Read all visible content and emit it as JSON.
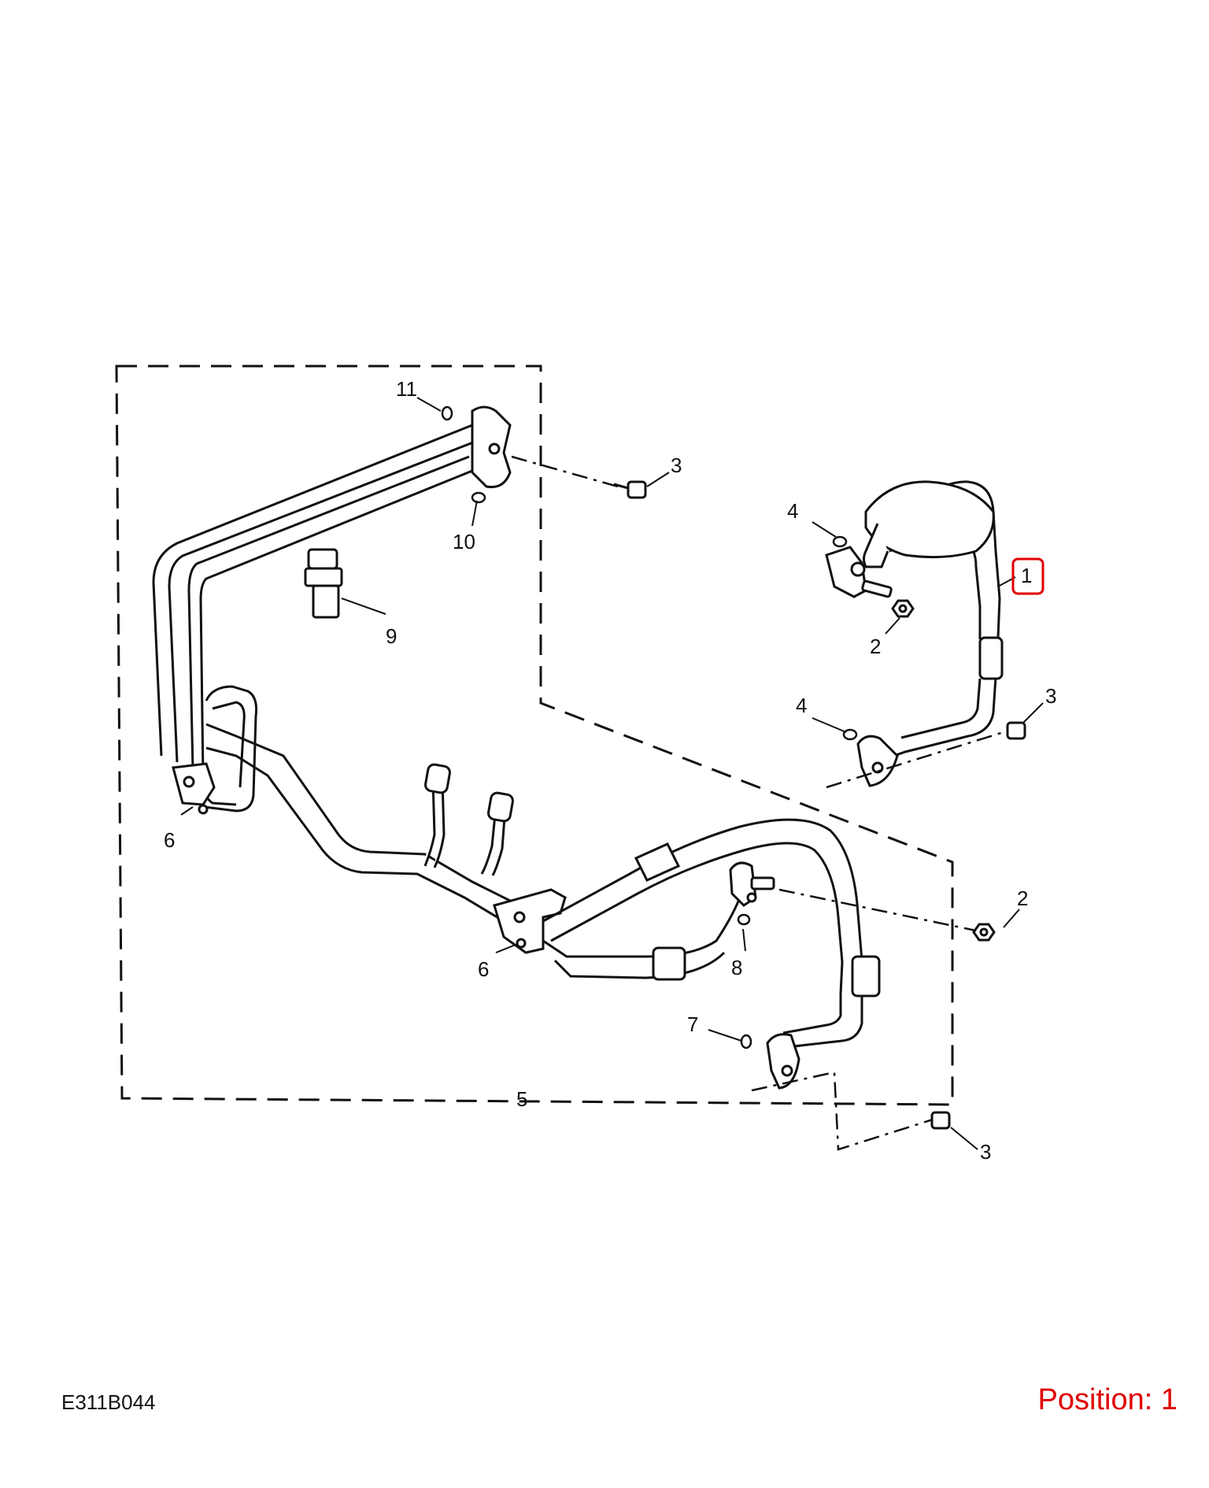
{
  "callouts": {
    "c1": "1",
    "c2a": "2",
    "c2b": "2",
    "c3a": "3",
    "c3b": "3",
    "c3c": "3",
    "c4a": "4",
    "c4b": "4",
    "c5": "5",
    "c6a": "6",
    "c6b": "6",
    "c7": "7",
    "c8": "8",
    "c9": "9",
    "c10": "10",
    "c11": "11"
  },
  "footer": {
    "ref_code": "E311B044",
    "position_label": "Position: 1"
  },
  "colors": {
    "highlight": "#e00000",
    "line": "#111111",
    "background": "#ffffff"
  },
  "highlighted_callout": "1"
}
